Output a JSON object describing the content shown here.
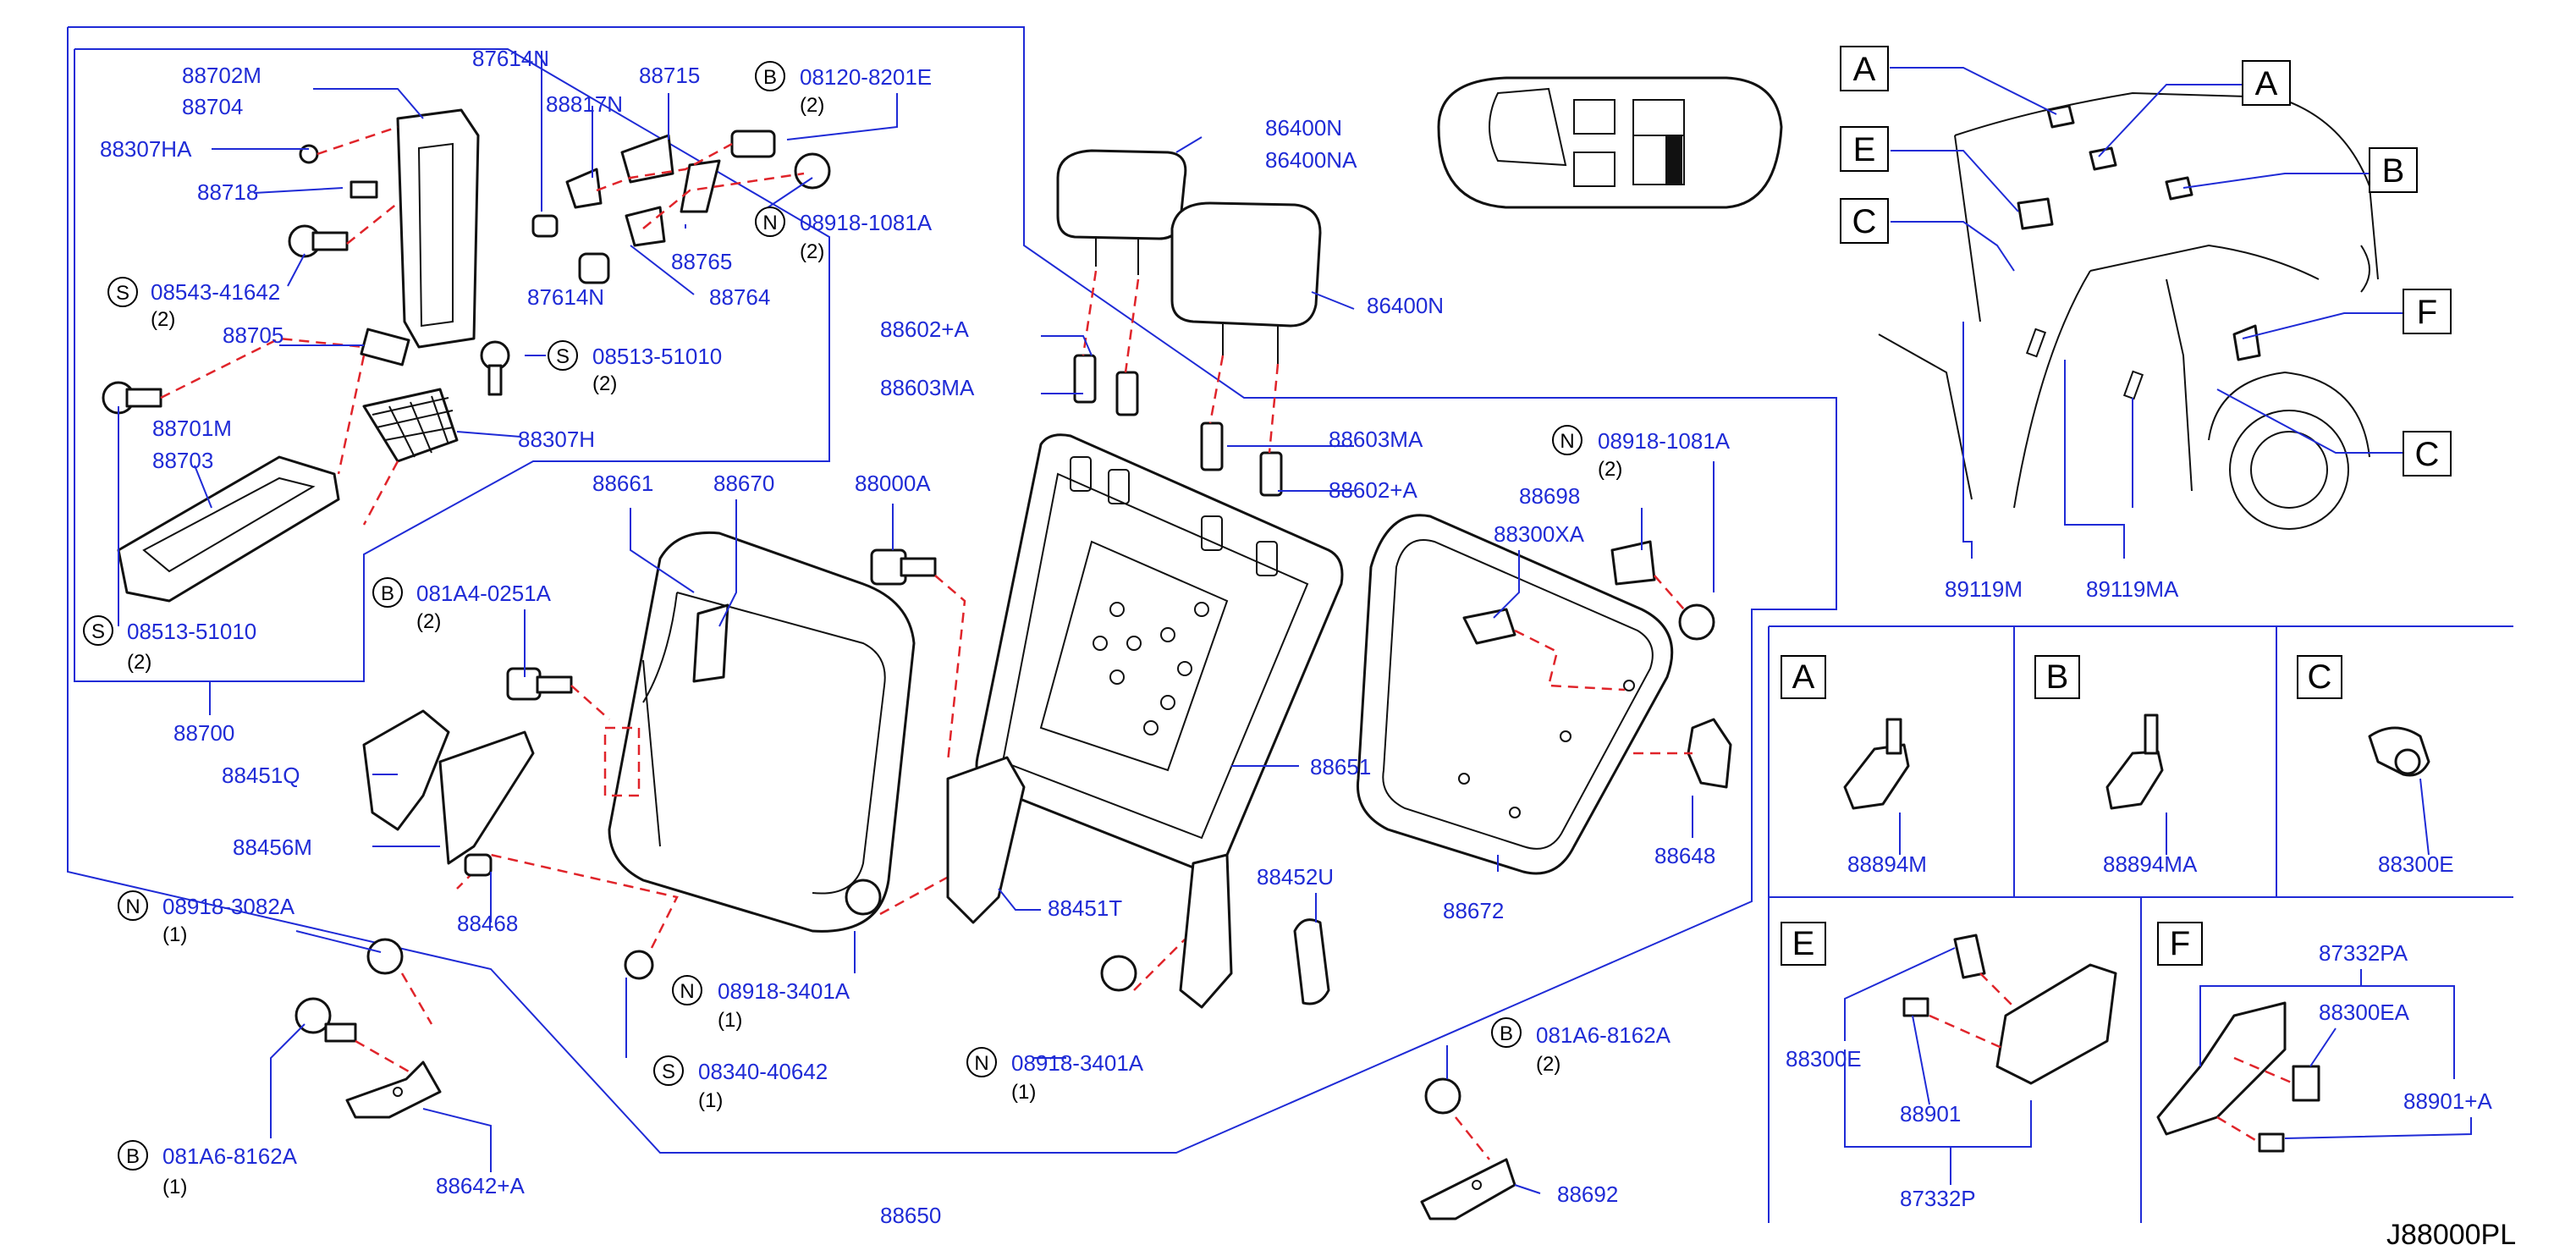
{
  "diagram_id": "J88000PL",
  "labels": {
    "p88702M": "88702M",
    "p88704": "88704",
    "p88307HA": "88307HA",
    "p88718": "88718",
    "s08543": "08543-41642",
    "s08543_q": "(2)",
    "p88705": "88705",
    "p88701M": "88701M",
    "p88703": "88703",
    "s08513a": "08513-51010",
    "s08513a_q": "(2)",
    "s08513b": "08513-51010",
    "s08513b_q": "(2)",
    "p88307H": "88307H",
    "p88700": "88700",
    "p87614N_a": "87614N",
    "p87614N_b": "87614N",
    "p88817N": "88817N",
    "p88715": "88715",
    "b08120": "08120-8201E",
    "b08120_q": "(2)",
    "n08918_1081a": "08918-1081A",
    "n08918_1081a_q": "(2)",
    "p88765": "88765",
    "p88764": "88764",
    "p86400N_a": "86400N",
    "p86400NA": "86400NA",
    "p86400N_b": "86400N",
    "p88602A_a": "88602+A",
    "p88603MA_a": "88603MA",
    "p88603MA_b": "88603MA",
    "p88602A_b": "88602+A",
    "p88661": "88661",
    "p88670": "88670",
    "p88000A": "88000A",
    "b081A4": "081A4-0251A",
    "b081A4_q": "(2)",
    "p88451Q": "88451Q",
    "p88456M": "88456M",
    "p88468": "88468",
    "p88651": "88651",
    "p88451T": "88451T",
    "p88452U": "88452U",
    "n08918_1081b": "08918-1081A",
    "n08918_1081b_q": "(2)",
    "p88698": "88698",
    "p88300XA": "88300XA",
    "p88648": "88648",
    "p88672": "88672",
    "n08918_3082": "08918-3082A",
    "n08918_3082_q": "(1)",
    "b081A6_a": "081A6-8162A",
    "b081A6_a_q": "(1)",
    "p88642A": "88642+A",
    "n08918_3401a": "08918-3401A",
    "n08918_3401a_q": "(1)",
    "s08340": "08340-40642",
    "s08340_q": "(1)",
    "n08918_3401b": "08918-3401A",
    "n08918_3401b_q": "(1)",
    "p88650": "88650",
    "b081A6_b": "081A6-8162A",
    "b081A6_b_q": "(2)",
    "p88692": "88692",
    "p89119M": "89119M",
    "p89119MA": "89119MA",
    "p88894M": "88894M",
    "p88894MA": "88894MA",
    "p88300E_c": "88300E",
    "p88300E_e": "88300E",
    "p88901": "88901",
    "p87332P": "87332P",
    "p87332PA": "87332PA",
    "p88300EA": "88300EA",
    "p88901A": "88901+A"
  },
  "prefixes": {
    "S": "S",
    "B": "B",
    "N": "N"
  },
  "callouts": {
    "A": "A",
    "B": "B",
    "C": "C",
    "E": "E",
    "F": "F"
  }
}
